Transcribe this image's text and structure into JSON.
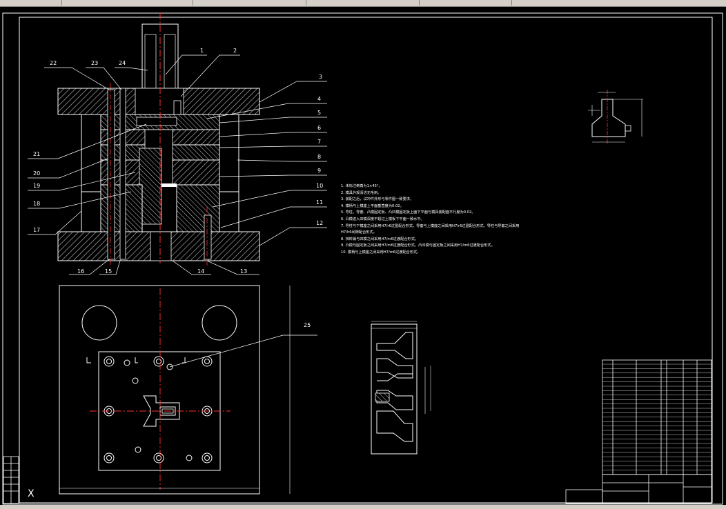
{
  "toolbar": {
    "segments": [
      "",
      "",
      "",
      "",
      ""
    ]
  },
  "drawing": {
    "part_numbers": [
      "1",
      "2",
      "3",
      "4",
      "5",
      "6",
      "7",
      "8",
      "9",
      "10",
      "11",
      "12",
      "13",
      "14",
      "15",
      "16",
      "17",
      "18",
      "19",
      "20",
      "21",
      "22",
      "23",
      "24",
      "25"
    ],
    "colors": {
      "background": "#000000",
      "lines": "#ffffff",
      "centerline": "#ff3030",
      "hatch": "#c8c8c8",
      "sleeve": "#e0e0e0"
    },
    "corner_mark": "X",
    "notes": [
      "1. 未标注倒角为1×45°。",
      "2. 模具外观清洁无毛刺。",
      "3. 装配之后，试冲件外形与零件图一致要求。",
      "4. 模柄与上模座上平面垂直度为0.02。",
      "5. 导柱、导套、凸模固定板、凸凹模固定板上面下平面与模具装配面平行度为0.02。",
      "6. 凸模进入凹模深度不超过上模板下平面一致水平。",
      "7. 导柱与下模座之间采用H7/r6过盈配合形式，导套与上模座之间采用H7/r6过盈配合形式，导柱与导套之间采用",
      "   H7/h6间隙配合形式。",
      "8. 挡料销与凹模之间采用H7/m6过渡配合形式。",
      "9. 凸模与固定板之间采用H7/m6过渡配合形式，凸凹模与固定板之间采用H7/m6过渡配合形式。",
      "10. 模柄与上模座之间采用H7/m6过渡配合形式。"
    ]
  },
  "titleblock": {
    "name": "",
    "sheet": ""
  },
  "status": {
    "text": ""
  }
}
